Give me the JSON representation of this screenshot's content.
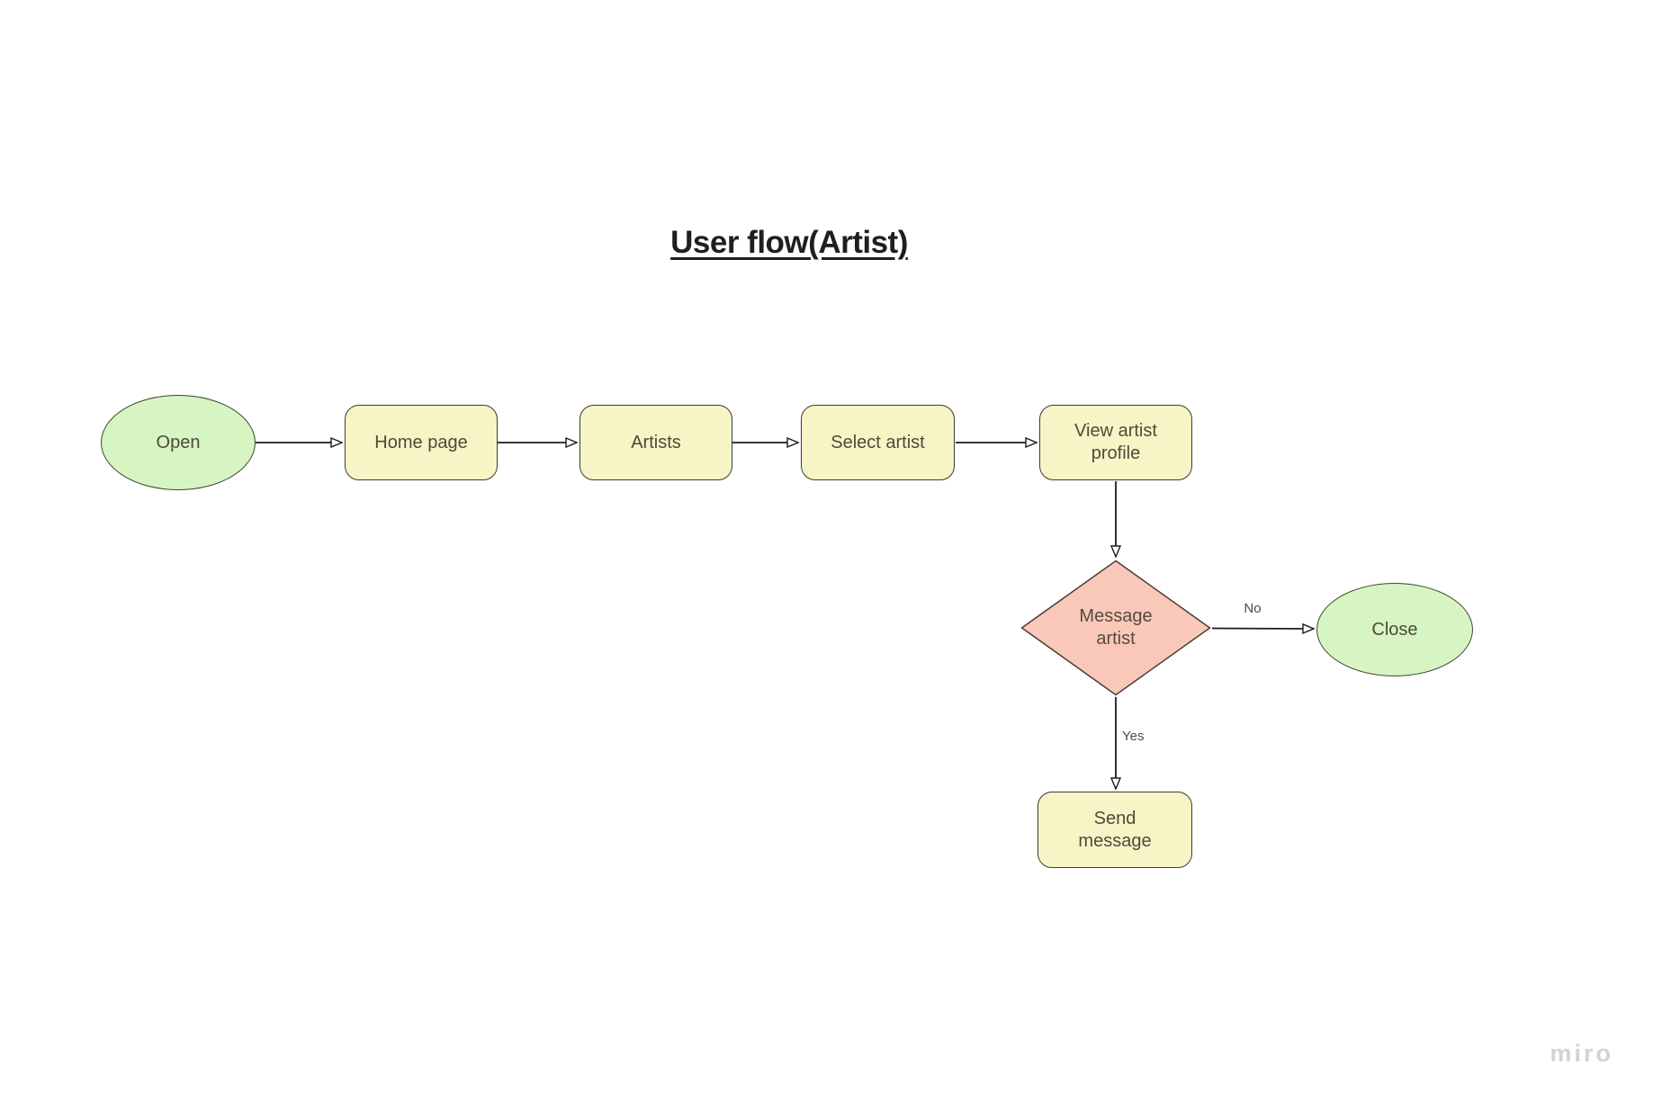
{
  "title": {
    "text": "User flow(Artist)"
  },
  "watermark": "miro",
  "colors": {
    "background": "#ffffff",
    "process_fill": "#f7f5c5",
    "terminal_fill": "#d7f5c2",
    "decision_fill": "#f9c8b9",
    "shape_border": "#3b3b30",
    "connector_line": "#1c1c1c",
    "node_text": "#4d4a3a",
    "title_text": "#1f1f1f",
    "edge_label_text": "#4b4b4b",
    "watermark_text": "#d2d2d8"
  },
  "nodes": [
    {
      "id": "open",
      "type": "terminal",
      "label": "Open"
    },
    {
      "id": "home-page",
      "type": "process",
      "label": "Home page"
    },
    {
      "id": "artists",
      "type": "process",
      "label": "Artists"
    },
    {
      "id": "select-artist",
      "type": "process",
      "label": "Select artist"
    },
    {
      "id": "view-artist-profile",
      "type": "process",
      "label": "View artist profile"
    },
    {
      "id": "message-artist",
      "type": "decision",
      "label": "Message artist"
    },
    {
      "id": "close",
      "type": "terminal",
      "label": "Close"
    },
    {
      "id": "send-message",
      "type": "process",
      "label": "Send message"
    }
  ],
  "edges": [
    {
      "from": "open",
      "to": "home-page"
    },
    {
      "from": "home-page",
      "to": "artists"
    },
    {
      "from": "artists",
      "to": "select-artist"
    },
    {
      "from": "select-artist",
      "to": "view-artist-profile"
    },
    {
      "from": "view-artist-profile",
      "to": "message-artist"
    },
    {
      "from": "message-artist",
      "to": "close",
      "label": "No"
    },
    {
      "from": "message-artist",
      "to": "send-message",
      "label": "Yes"
    }
  ]
}
